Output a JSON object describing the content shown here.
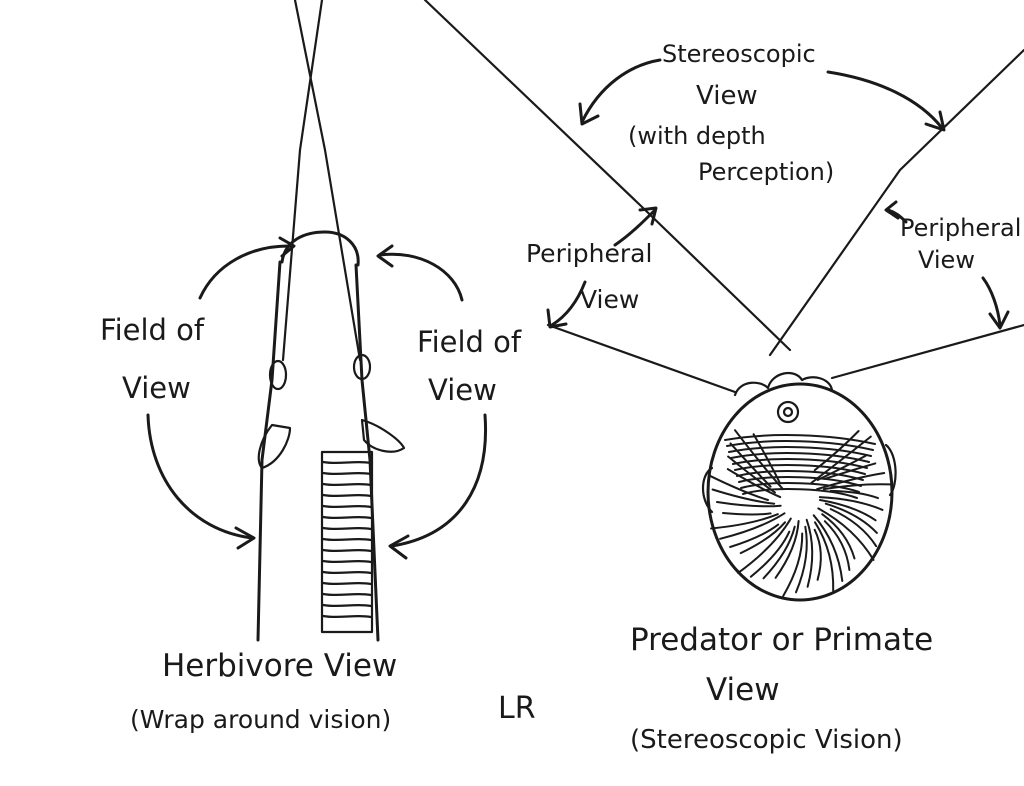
{
  "herbivore": {
    "fov_left": [
      "Field of",
      "View"
    ],
    "fov_right": [
      "Field of",
      "View"
    ],
    "title": "Herbivore View",
    "subtitle": "(Wrap around vision)"
  },
  "predator": {
    "stereo": [
      "Stereoscopic",
      "View",
      "(with depth",
      "Perception)"
    ],
    "peripheral_left": [
      "Peripheral",
      "View"
    ],
    "peripheral_right": [
      "Peripheral",
      "View"
    ],
    "title": [
      "Predator or Primate",
      "View"
    ],
    "subtitle": "(Stereoscopic Vision)"
  },
  "initials": "LR"
}
